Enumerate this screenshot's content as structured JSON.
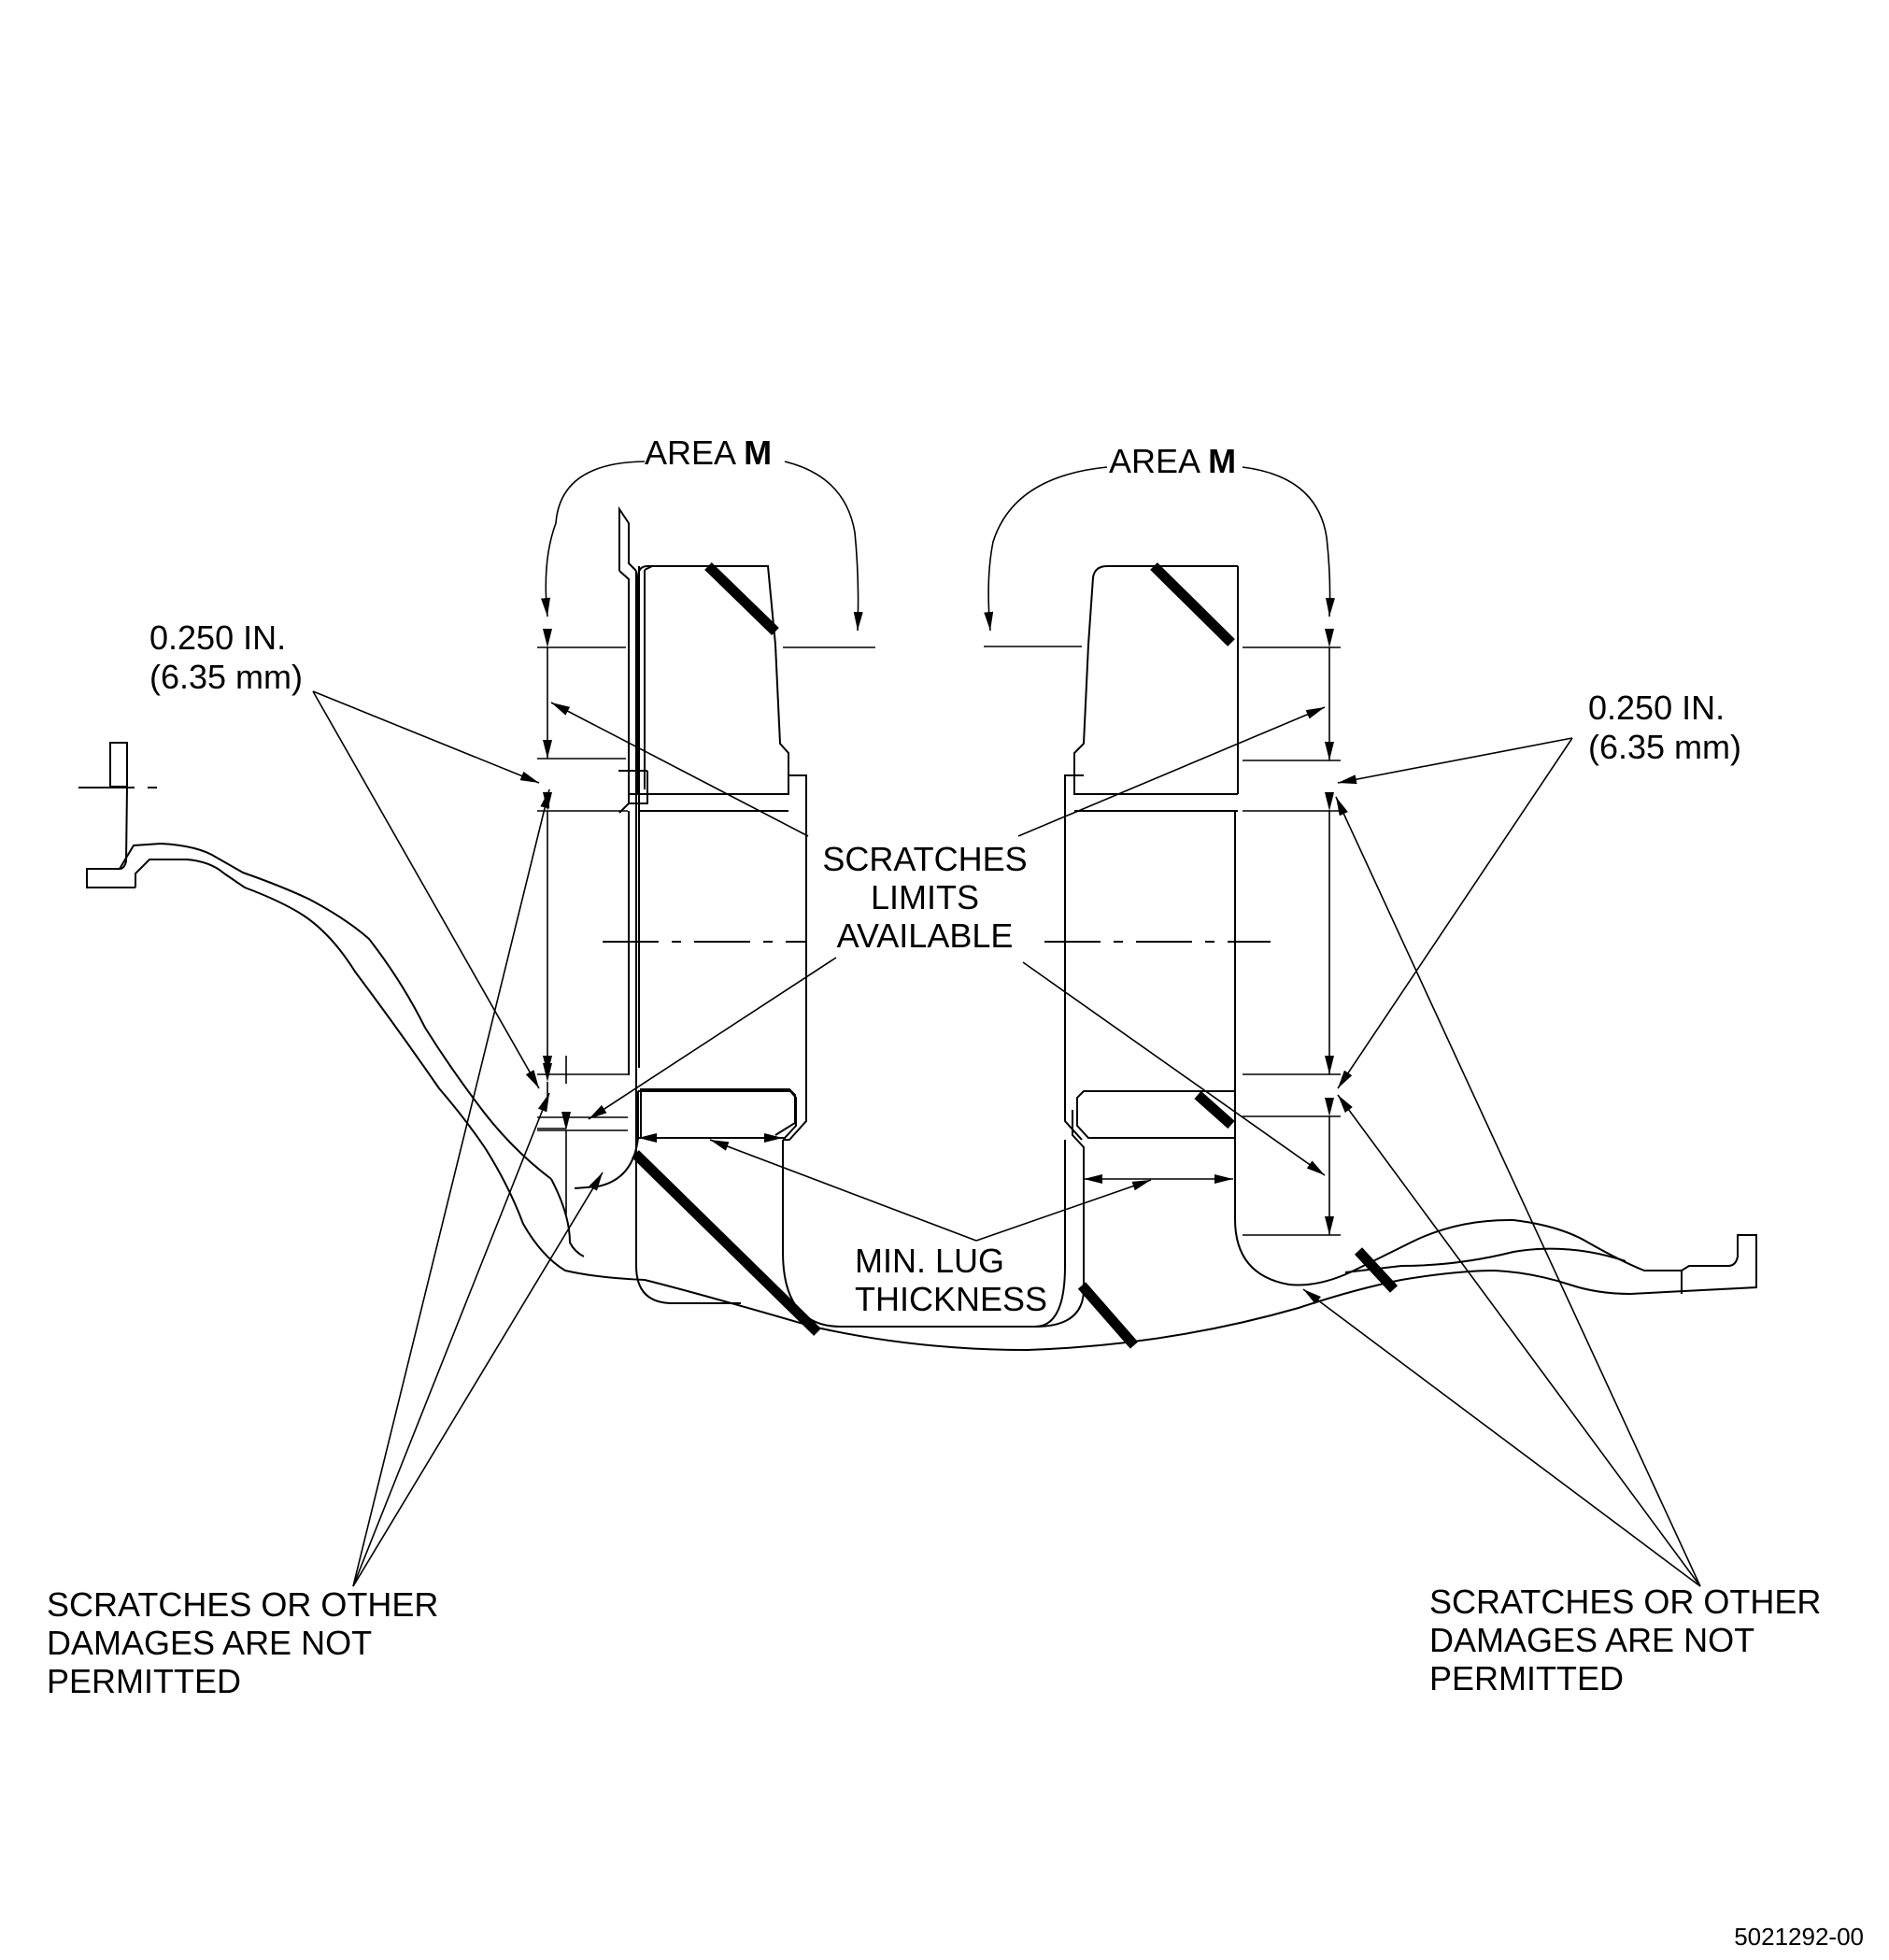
{
  "labels": {
    "area_left": "AREA",
    "area_left_letter": "M",
    "area_right": "AREA",
    "area_right_letter": "M",
    "dim_left_in": "0.250 IN.",
    "dim_left_mm": "(6.35 mm)",
    "dim_right_in": "0.250 IN.",
    "dim_right_mm": "(6.35 mm)",
    "scratches_line1": "SCRATCHES",
    "scratches_line2": "LIMITS",
    "scratches_line3": "AVAILABLE",
    "lug_line1": "MIN. LUG",
    "lug_line2": "THICKNESS",
    "not_permitted_left": [
      "SCRATCHES OR OTHER",
      "DAMAGES ARE NOT",
      "PERMITTED"
    ],
    "not_permitted_right": [
      "SCRATCHES OR OTHER",
      "DAMAGES ARE NOT",
      "PERMITTED"
    ],
    "figure_number": "5021292-00"
  }
}
